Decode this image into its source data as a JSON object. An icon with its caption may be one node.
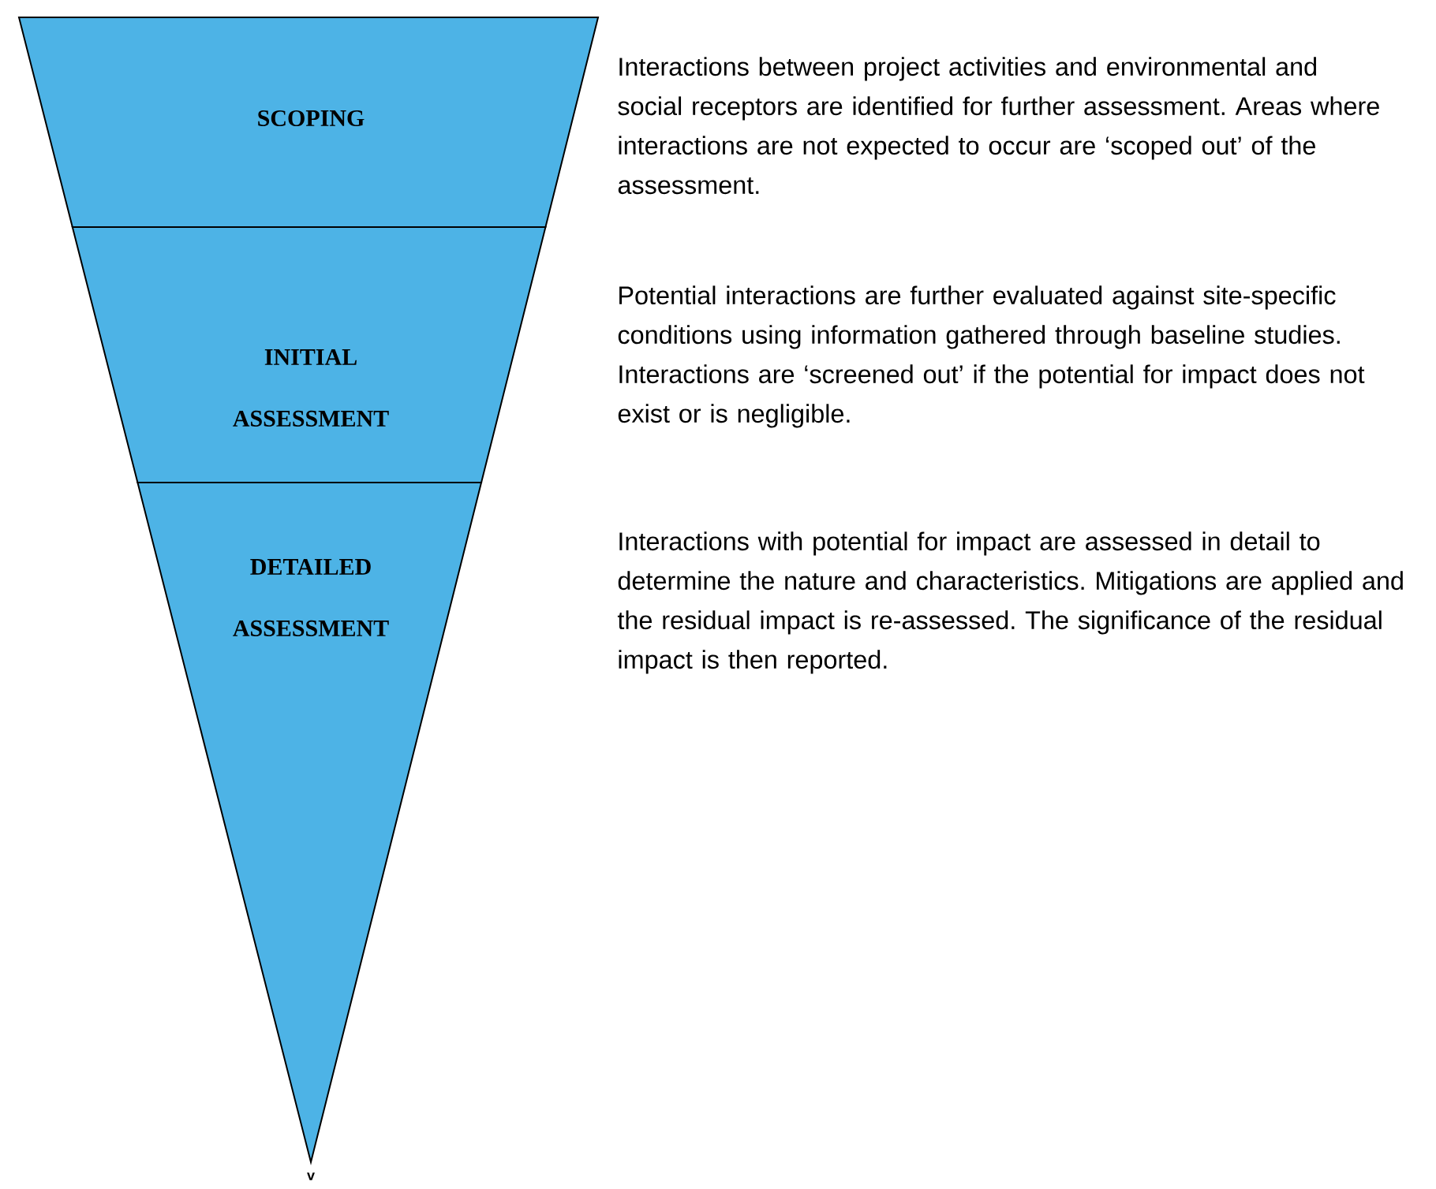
{
  "diagram": {
    "nodes": [
      {
        "text": [
          "SCOPING"
        ]
      },
      {
        "text": [
          "INITIAL ASSESSMENT"
        ]
      },
      {
        "text": [
          "DETAILED ASSESSMENT"
        ]
      }
    ],
    "labels": [
      "Interactions between project activities and environmental and social receptors are identified for further assessment. Areas where interactions are not expected to occur are ‘scoped out’ of the assessment.",
      "Potential interactions are further evaluated against site-specific conditions using information gathered through baseline studies. Interactions are ‘screened out’ if the potential for impact does not exist or is negligible.",
      "Interactions with potential for impact are assessed in detail to determine the nature and characteristics. Mitigations are applied and the residual impact is re-assessed. The significance of the residual impact is then reported.",
      "v"
    ]
  }
}
